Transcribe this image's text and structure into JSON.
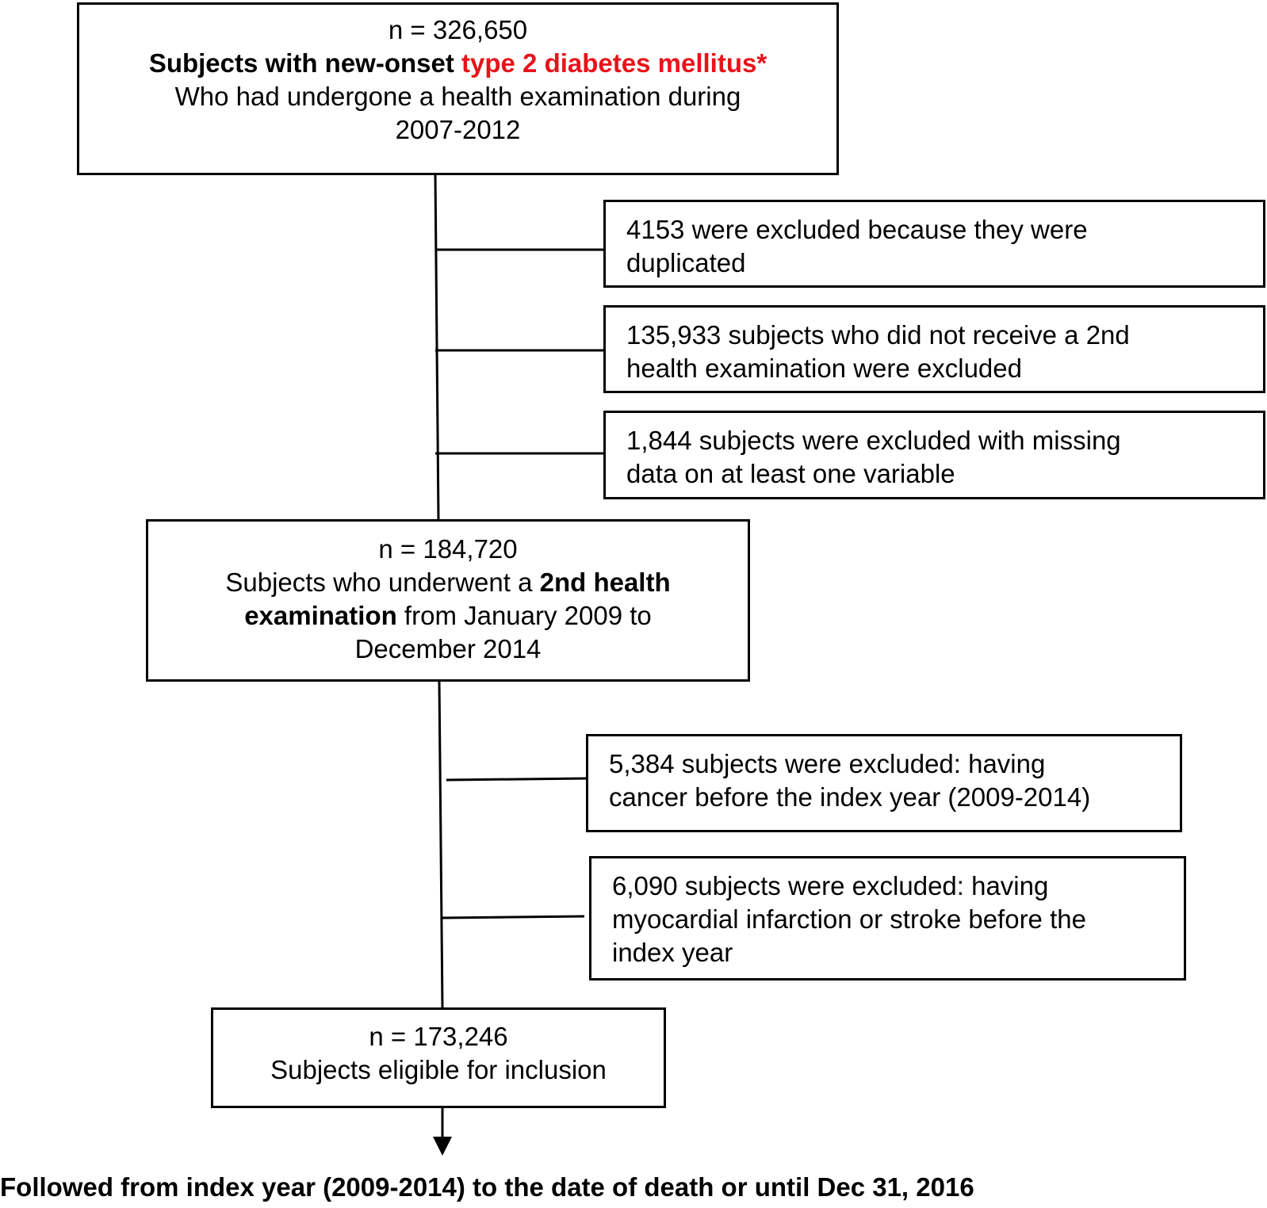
{
  "colors": {
    "highlight": "#e8131a",
    "line": "#000000"
  },
  "box1": {
    "count": "n = 326,650",
    "subjects_bold": "Subjects with new-onset ",
    "diabetes_red": "type 2 diabetes mellitus*",
    "line3": "Who had undergone a health examination during",
    "line4": "2007-2012"
  },
  "excl1": {
    "line1": "4153 were excluded because they were",
    "line2": "duplicated"
  },
  "excl2": {
    "line1": "135,933 subjects who did not receive a 2nd",
    "line2": "health examination were excluded"
  },
  "excl3": {
    "line1": "1,844 subjects were excluded with missing",
    "line2": "data on at least one variable"
  },
  "box2": {
    "count": "n = 184,720",
    "pre": "Subjects who underwent a ",
    "bold1": "2nd health",
    "bold2": "examination",
    "post": " from January 2009 to",
    "line4": "December 2014"
  },
  "excl4": {
    "line1": "5,384 subjects were excluded: having",
    "line2": "cancer before the index year (2009-2014)"
  },
  "excl5": {
    "line1": "6,090 subjects were excluded: having",
    "line2": "myocardial infarction or stroke before the",
    "line3": "index year"
  },
  "box3": {
    "count": "n = 173,246",
    "line2": "Subjects eligible for inclusion"
  },
  "footer": "Followed from index year (2009-2014) to the date of death or until Dec 31, 2016"
}
